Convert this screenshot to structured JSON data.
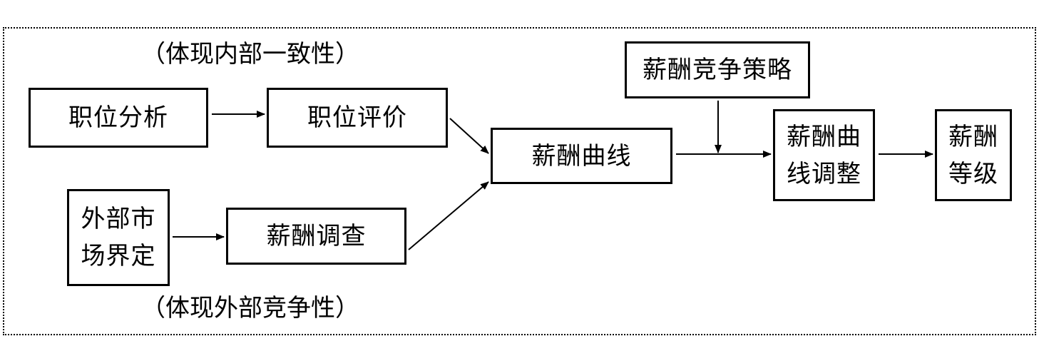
{
  "notes": {
    "internal": "（体现内部一致性）",
    "external": "（体现外部竞争性）"
  },
  "nodes": {
    "job_analysis": "职位分析",
    "job_evaluation": "职位评价",
    "external_market": [
      "外部市",
      "场界定"
    ],
    "salary_survey": "薪酬调查",
    "salary_curve": "薪酬曲线",
    "salary_strategy": "薪酬竞争策略",
    "curve_adjustment": [
      "薪酬曲",
      "线调整"
    ],
    "salary_grade": [
      "薪酬",
      "等级"
    ]
  }
}
